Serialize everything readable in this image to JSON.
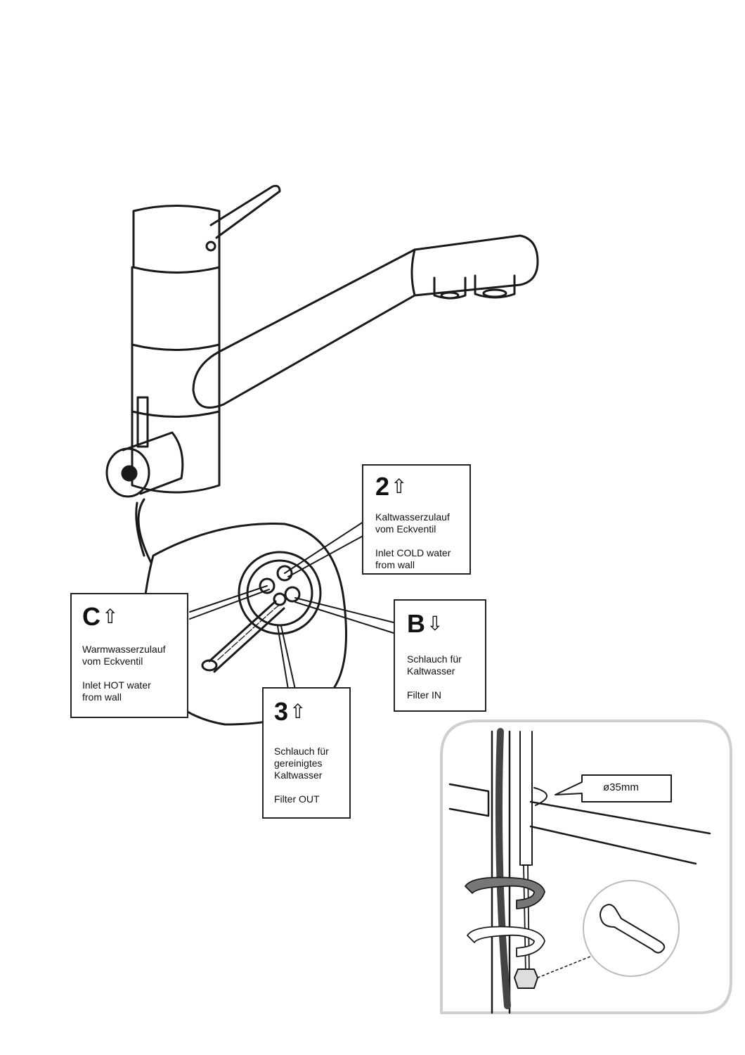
{
  "labels": {
    "c": {
      "code": "C",
      "arrow": "⇧",
      "line1": "Warmwasserzulauf",
      "line2": "vom Eckventil",
      "line3": "Inlet HOT water",
      "line4": "from wall"
    },
    "two": {
      "code": "2",
      "arrow": "⇧",
      "line1": "Kaltwasserzulauf",
      "line2": "vom Eckventil",
      "line3": "Inlet COLD water",
      "line4": "from wall"
    },
    "b": {
      "code": "B",
      "arrow": "⇩",
      "line1": "Schlauch für",
      "line2": "Kaltwasser",
      "line3": "Filter IN"
    },
    "three": {
      "code": "3",
      "arrow": "⇧",
      "line1": "Schlauch für",
      "line2": "gereinigtes",
      "line3": "Kaltwasser",
      "line4": "Filter OUT"
    }
  },
  "inset": {
    "diameter": "ø35mm"
  },
  "icons": {
    "faucet": "faucet-illustration",
    "wrench": "wrench-icon"
  }
}
